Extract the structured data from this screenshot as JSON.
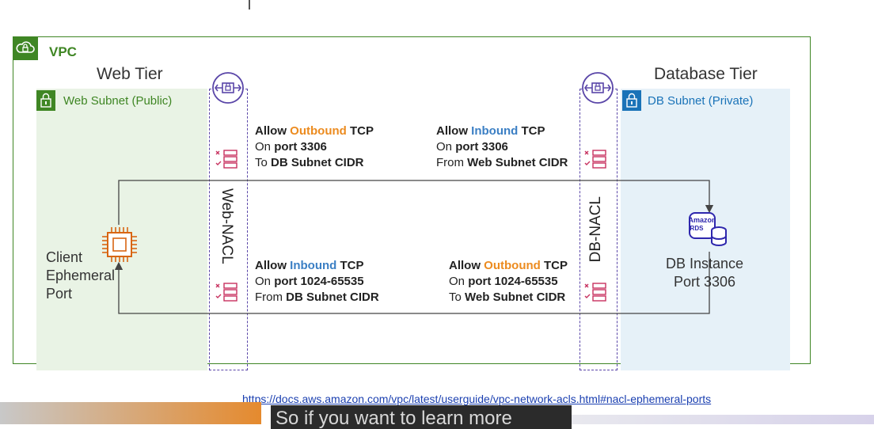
{
  "vpc": {
    "label": "VPC",
    "icon": "cloud-lock-icon",
    "color": "#3f8624"
  },
  "web_tier": {
    "title": "Web Tier",
    "subnet_label": "Web Subnet (Public)",
    "nacl_label": "Web-NACL",
    "instance_lines": [
      "Client",
      "Ephemeral",
      "Port"
    ],
    "instance_icon": "ec2-instance-icon"
  },
  "db_tier": {
    "title": "Database Tier",
    "subnet_label": "DB Subnet (Private)",
    "nacl_label": "DB-NACL",
    "instance_lines": [
      "DB Instance",
      "Port 3306"
    ],
    "rds_icon_text": [
      "Amazon",
      "RDS"
    ]
  },
  "rules": {
    "web_out": {
      "allow": "Allow",
      "dir": "Outbound",
      "proto": "TCP",
      "line2_pre": "On",
      "line2_bold": "port 3306",
      "line3_pre": "To",
      "line3_bold": "DB Subnet CIDR"
    },
    "db_in": {
      "allow": "Allow",
      "dir": "Inbound",
      "proto": "TCP",
      "line2_pre": "On",
      "line2_bold": "port 3306",
      "line3_pre": "From",
      "line3_bold": "Web Subnet CIDR"
    },
    "web_in": {
      "allow": "Allow",
      "dir": "Inbound",
      "proto": "TCP",
      "line2_pre": "On",
      "line2_bold": "port 1024-65535",
      "line3_pre": "From",
      "line3_bold": "DB Subnet CIDR"
    },
    "db_out": {
      "allow": "Allow",
      "dir": "Outbound",
      "proto": "TCP",
      "line2_pre": "On",
      "line2_bold": "port 1024-65535",
      "line3_pre": "To",
      "line3_bold": "Web Subnet CIDR"
    }
  },
  "link": "https://docs.aws.amazon.com/vpc/latest/userguide/vpc-network-acls.html#nacl-ephemeral-ports",
  "caption": "So if you want to learn more",
  "colors": {
    "outbound": "#ec8b1f",
    "inbound": "#3b7fc4",
    "nacl": "#5a46a8",
    "ec2": "#d86613",
    "rds": "#2e27ad"
  }
}
